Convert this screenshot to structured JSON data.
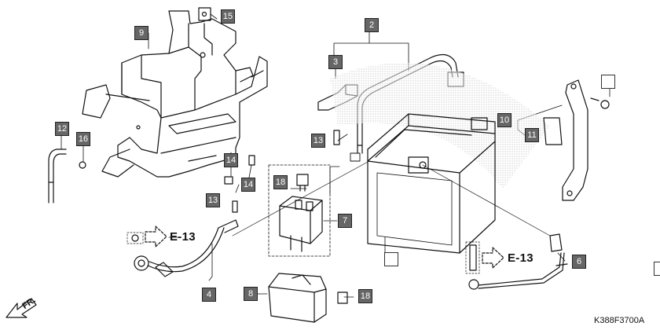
{
  "callouts": [
    {
      "id": "c9",
      "label": "9"
    },
    {
      "id": "c15",
      "label": "15"
    },
    {
      "id": "c12",
      "label": "12"
    },
    {
      "id": "c16",
      "label": "16"
    },
    {
      "id": "c14a",
      "label": "14"
    },
    {
      "id": "c14b",
      "label": "14"
    },
    {
      "id": "c13a",
      "label": "13"
    },
    {
      "id": "c13b",
      "label": "13"
    },
    {
      "id": "c2",
      "label": "2"
    },
    {
      "id": "c3",
      "label": "3"
    },
    {
      "id": "c18a",
      "label": "18"
    },
    {
      "id": "c7",
      "label": "7"
    },
    {
      "id": "c1",
      "label": ""
    },
    {
      "id": "c4",
      "label": "4"
    },
    {
      "id": "c8",
      "label": "8"
    },
    {
      "id": "c18b",
      "label": "18"
    },
    {
      "id": "c10",
      "label": "10"
    },
    {
      "id": "c11",
      "label": "11"
    },
    {
      "id": "c17",
      "label": ""
    },
    {
      "id": "c6",
      "label": "6"
    },
    {
      "id": "c5",
      "label": ""
    }
  ],
  "references": {
    "left": "E-13",
    "right": "E-13"
  },
  "direction_label": "FR.",
  "diagram_code": "K388F3700A"
}
